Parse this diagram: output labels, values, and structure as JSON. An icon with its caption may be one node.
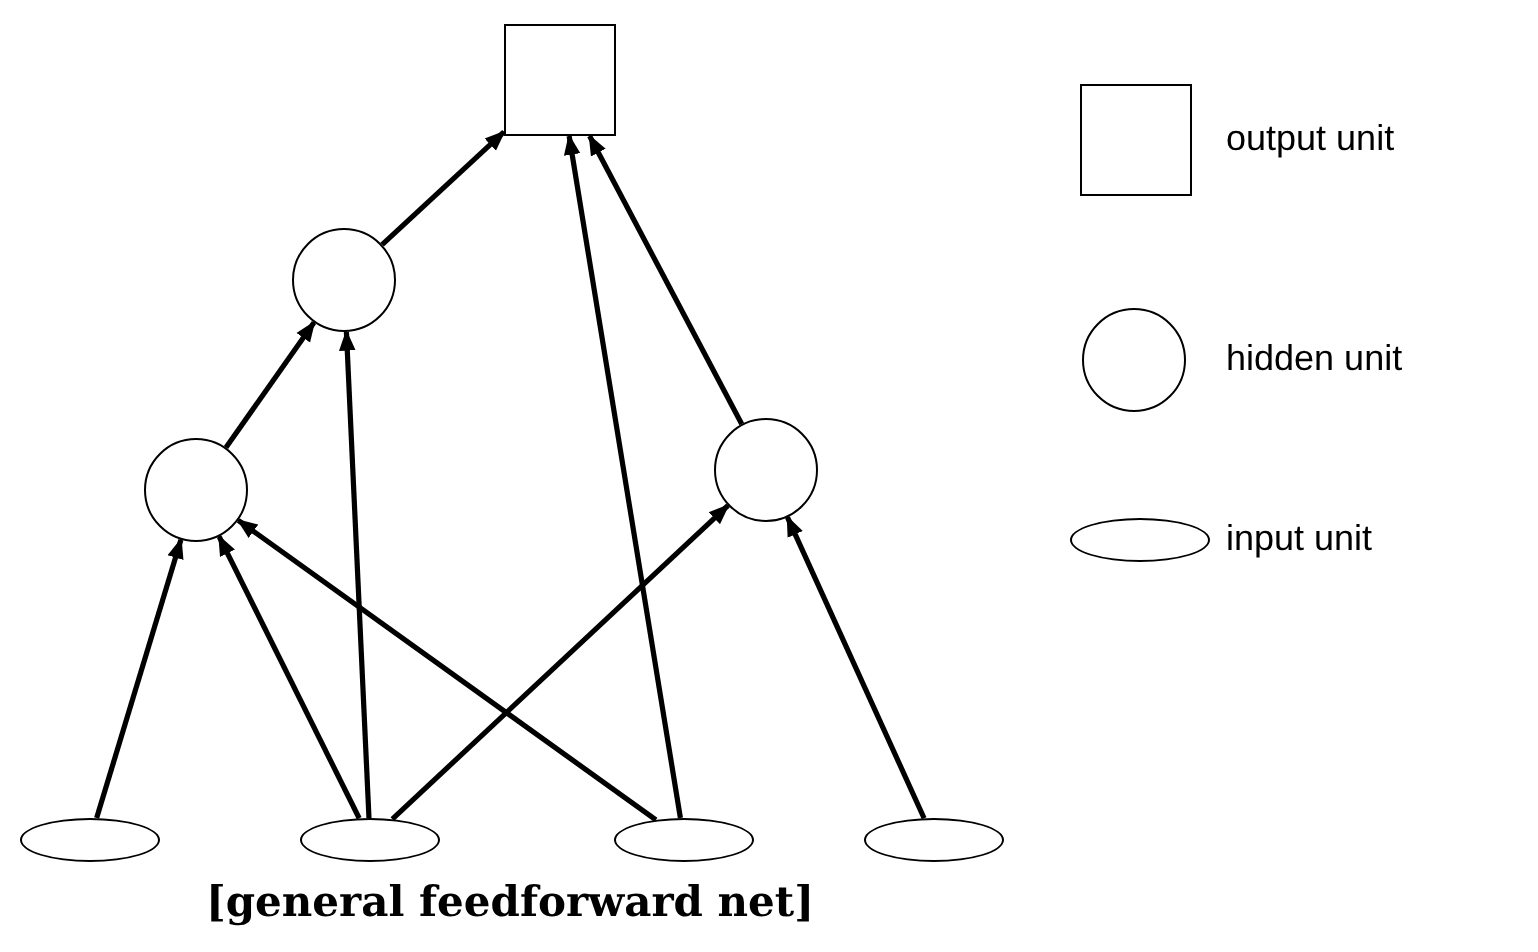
{
  "diagram": {
    "caption": "[general feedforward net]",
    "nodes": [
      {
        "text": [],
        "shape": "box"
      },
      {
        "text": [],
        "shape": "circle"
      },
      {
        "text": [],
        "shape": "circle"
      },
      {
        "text": [],
        "shape": "circle"
      },
      {
        "text": [],
        "shape": "ellipse"
      },
      {
        "text": [],
        "shape": "ellipse"
      },
      {
        "text": [],
        "shape": "ellipse"
      },
      {
        "text": [],
        "shape": "ellipse"
      }
    ],
    "edges": [
      {
        "from": 1,
        "to": 0,
        "arrow": "to"
      },
      {
        "from": 2,
        "to": 1,
        "arrow": "to"
      },
      {
        "from": 3,
        "to": 0,
        "arrow": "to"
      },
      {
        "from": 4,
        "to": 2,
        "arrow": "to"
      },
      {
        "from": 5,
        "to": 2,
        "arrow": "to"
      },
      {
        "from": 5,
        "to": 1,
        "arrow": "to"
      },
      {
        "from": 5,
        "to": 3,
        "arrow": "to"
      },
      {
        "from": 6,
        "to": 2,
        "arrow": "to"
      },
      {
        "from": 6,
        "to": 0,
        "arrow": "to"
      },
      {
        "from": 7,
        "to": 3,
        "arrow": "to"
      }
    ],
    "legend": [
      {
        "text": "output unit"
      },
      {
        "text": "hidden unit"
      },
      {
        "text": "input unit"
      }
    ]
  }
}
